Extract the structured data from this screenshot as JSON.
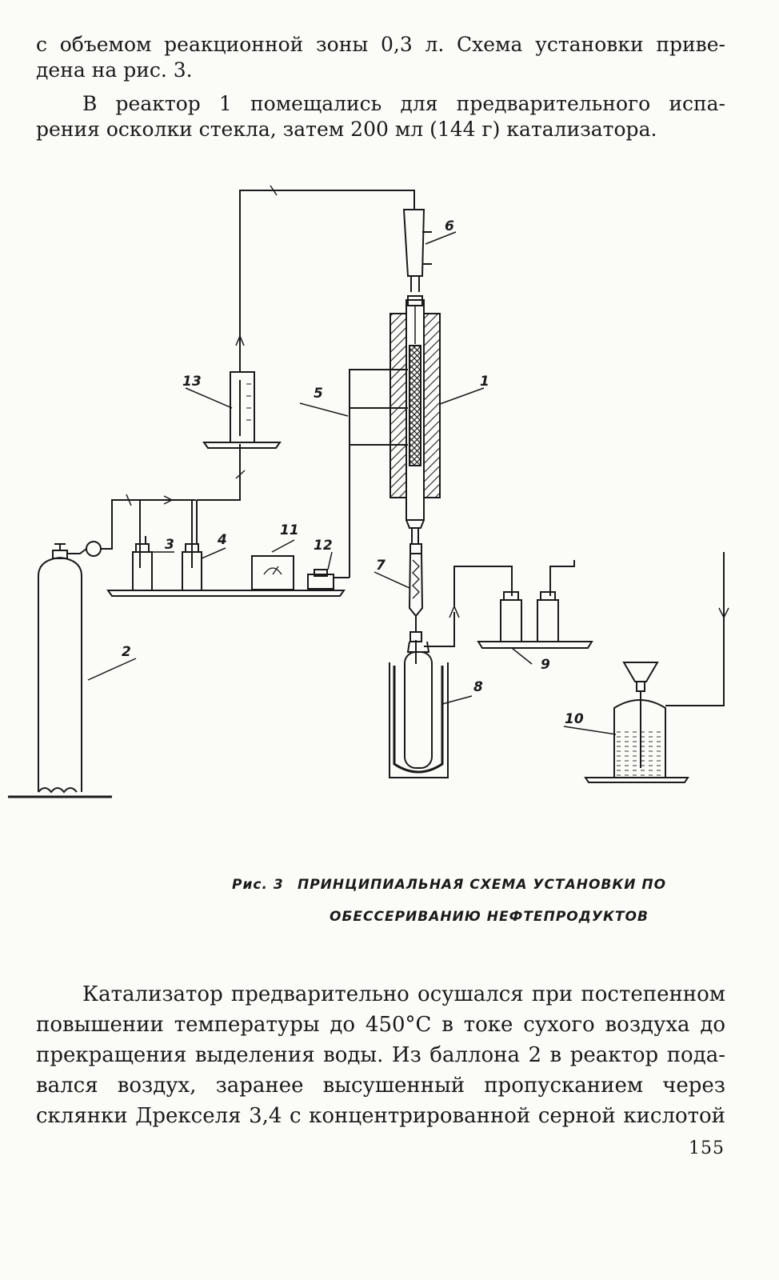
{
  "paragraph_1": [
    "с объемом реакционной зоны 0,3 л. Схема установки приве-",
    "дена на рис. 3."
  ],
  "paragraph_2": [
    "В реактор 1 помещались для предварительного испа-",
    "рения осколки стекла, затем 200 мл (144 г) катализатора."
  ],
  "figure": {
    "labels": [
      "1",
      "2",
      "3",
      "4",
      "5",
      "6",
      "7",
      "8",
      "9",
      "10",
      "11",
      "12",
      "13"
    ],
    "caption_label": "Рис. 3",
    "caption_line1": "ПРИНЦИПИАЛЬНАЯ СХЕМА УСТАНОВКИ ПО",
    "caption_line2": "ОБЕССЕРИВАНИЮ НЕФТЕПРОДУКТОВ"
  },
  "paragraph_3": [
    "Катализатор предварительно осушался при постепенном",
    "повышении температуры до 450°С в токе сухого воздуха до",
    "прекращения выделения воды. Из баллона 2 в реактор пода-",
    "вался воздух, заранее высушенный пропусканием через",
    "склянки Дрекселя 3,4 с концентрированной серной кислотой"
  ],
  "page_number": "155"
}
